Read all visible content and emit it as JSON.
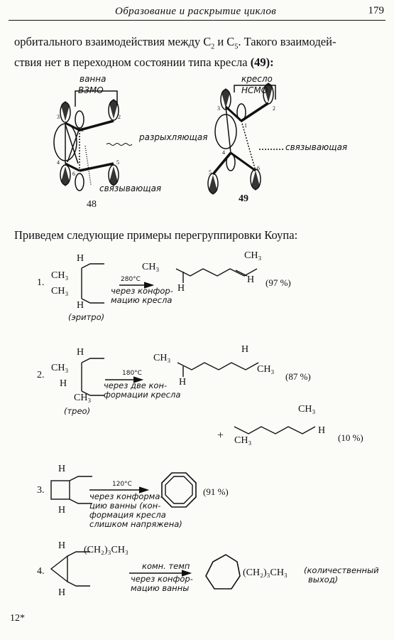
{
  "header": {
    "title": "Образование и раскрытие циклов",
    "page": "179"
  },
  "paragraph1": {
    "line1_pre": "орбитального взаимодействия между С",
    "sub2": "2",
    "line1_mid": " и С",
    "sub5": "5",
    "line1_post": ". Такого взаимодей-",
    "line2_pre": "ствия нет в переходном состоянии типа кресла ",
    "line2_ref": "(49):"
  },
  "diagram48": {
    "title1": "ванна",
    "title2": "ВЗМО",
    "antibonding": "разрыхляющая",
    "bonding": "связывающая",
    "caption": "48",
    "atoms": [
      "3",
      "2",
      "1",
      "4",
      "6",
      "5"
    ]
  },
  "diagram49": {
    "title1": "кресло",
    "title2": "НСМО",
    "bonding": "связывающая",
    "caption": "49",
    "atoms": [
      "3",
      "2",
      "1",
      "4",
      "5",
      "6"
    ]
  },
  "paragraph2": "Приведем следующие примеры перегруппировки Коупа:",
  "examples": [
    {
      "num": "1.",
      "temp": "280°С",
      "cond1": "через конфор-",
      "cond2": "мацию кресла",
      "label": "(эритро)",
      "yield": "(97 %)"
    },
    {
      "num": "2.",
      "temp": "180°С",
      "cond1": "через две кон-",
      "cond2": "формации кресла",
      "label": "(трео)",
      "yield": "(87 %)",
      "yield_minor": "(10 %)"
    },
    {
      "num": "3.",
      "temp": "120°С",
      "cond1": "через конформа-",
      "cond2": "цию ванны (кон-",
      "cond3": "формация кресла",
      "cond4": "слишком напряжена)",
      "yield": "(91 %)"
    },
    {
      "num": "4.",
      "temp": "комн. темп",
      "cond1": "через конфор-",
      "cond2": "мацию ванны",
      "substituent": "(CH₂)₃CH₃",
      "product_sub": "(CH₂)₃CH₃",
      "yield1": "(количественный",
      "yield2": "выход)"
    }
  ],
  "chem": {
    "H": "H",
    "CH3": "CH₃",
    "CH3_r": "CH₃",
    "plus": "+"
  },
  "footer": {
    "signature": "12*"
  }
}
